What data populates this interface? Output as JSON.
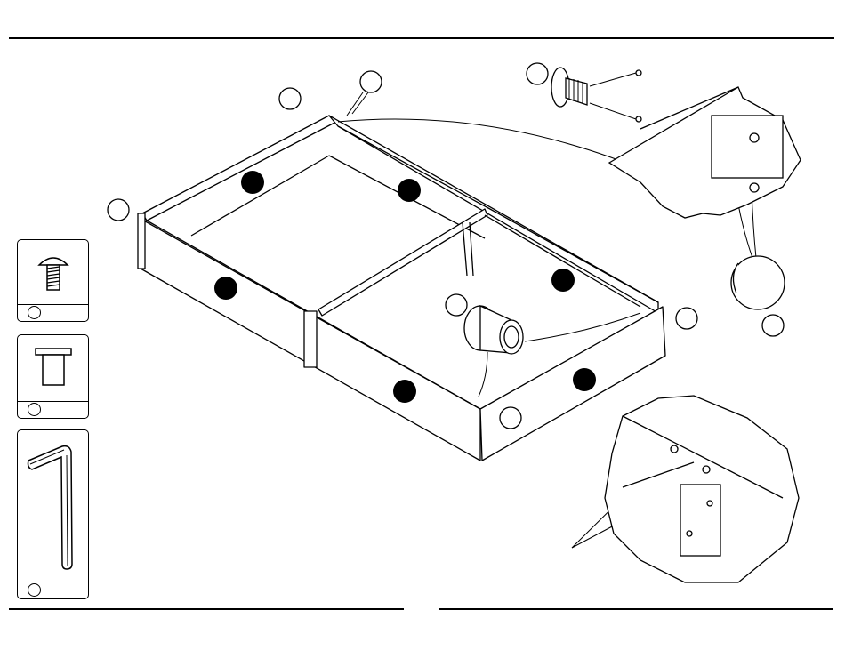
{
  "document": {
    "page_kind": "assembly instruction",
    "step_labels": [],
    "parts": [
      {
        "id": "bolt",
        "icon": "bolt-icon"
      },
      {
        "id": "cam-dowel",
        "icon": "cam-dowel-icon"
      },
      {
        "id": "hex-key",
        "icon": "hex-key-icon"
      }
    ],
    "colors": {
      "ink": "#000000",
      "paper": "#ffffff"
    }
  }
}
